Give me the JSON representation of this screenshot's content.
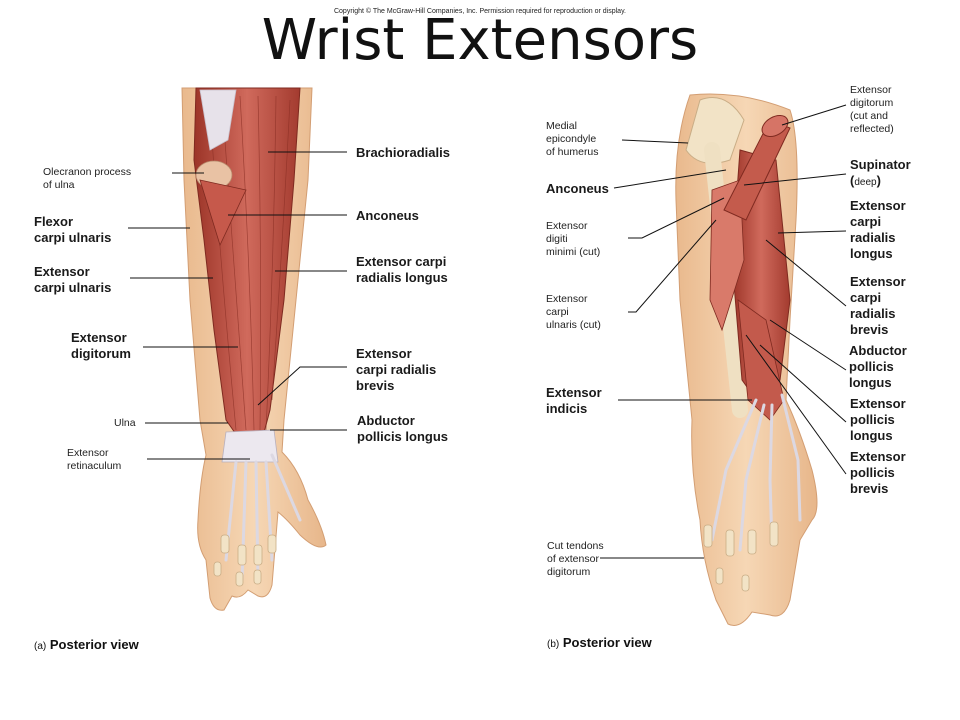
{
  "copyright": "Copyright © The McGraw-Hill Companies, Inc. Permission required for reproduction or display.",
  "title": "Wrist Extensors",
  "panel_a": {
    "tag": "(a)",
    "view": "Posterior view",
    "labels": {
      "olecranon": "Olecranon process\nof ulna",
      "flexor_carpi_ulnaris": "Flexor\ncarpi ulnaris",
      "extensor_carpi_ulnaris": "Extensor\ncarpi ulnaris",
      "extensor_digitorum": "Extensor\ndigitorum",
      "ulna": "Ulna",
      "extensor_retinaculum": "Extensor\nretinaculum",
      "brachioradialis": "Brachioradialis",
      "anconeus": "Anconeus",
      "ecr_longus": "Extensor carpi\nradialis longus",
      "ecr_brevis": "Extensor\ncarpi radialis\nbrevis",
      "apl": "Abductor\npollicis longus"
    }
  },
  "panel_b": {
    "tag": "(b)",
    "view": "Posterior view",
    "labels": {
      "medial_epicondyle": "Medial\nepicondyle\nof humerus",
      "anconeus": "Anconeus",
      "edm": "Extensor\ndigiti\nminimi (cut)",
      "ecu": "Extensor\ncarpi\nulnaris (cut)",
      "extensor_indicis": "Extensor\nindicis",
      "cut_tendons": "Cut tendons\nof extensor\ndigitorum",
      "ed_reflected": "Extensor\ndigitorum\n(cut and\nreflected)",
      "supinator": "Supinator",
      "supinator_note": "deep",
      "ecr_longus": "Extensor\ncarpi\nradialis\nlongus",
      "ecr_brevis": "Extensor\ncarpi\nradialis\nbrevis",
      "apl": "Abductor\npollicis\nlongus",
      "epl": "Extensor\npollicis\nlongus",
      "epb": "Extensor\npollicis\nbrevis"
    }
  },
  "colors": {
    "muscle": "#b84a3e",
    "muscle_light": "#d27062",
    "skin": "#f3cfa8",
    "bone": "#f2e3c6",
    "tendon": "#e6e3ea"
  }
}
